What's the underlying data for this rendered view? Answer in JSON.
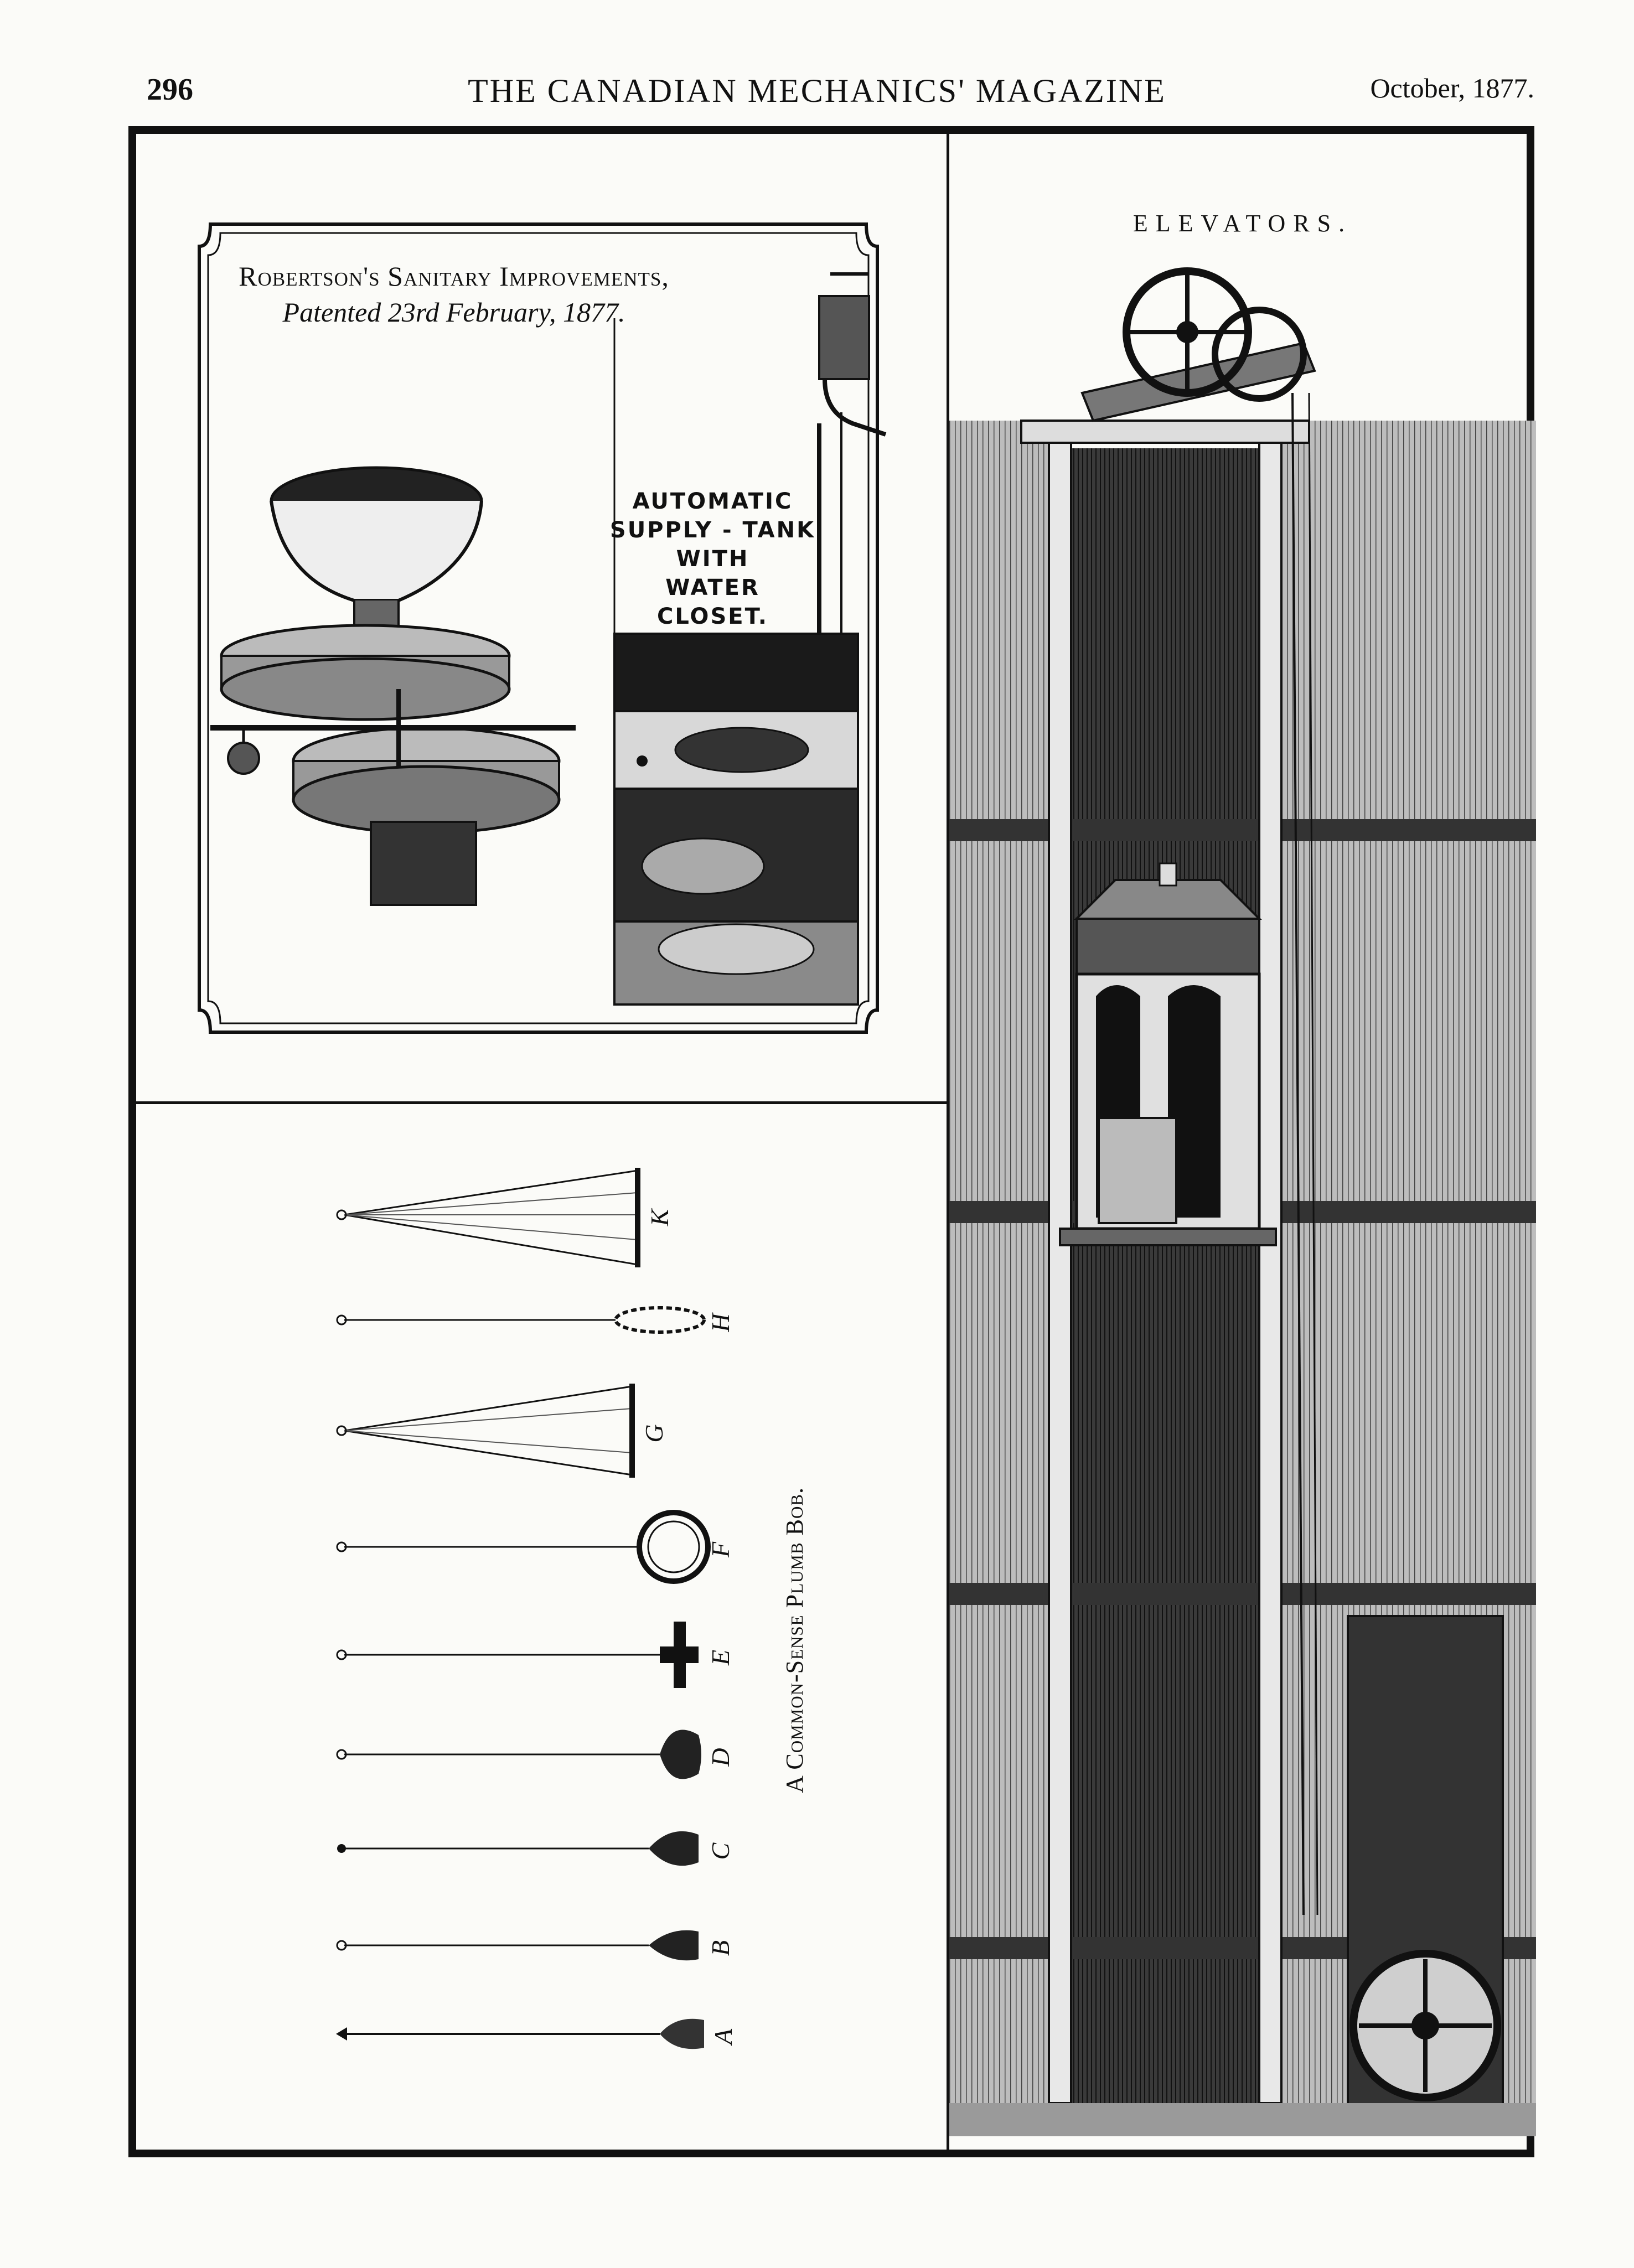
{
  "header": {
    "page_number": "296",
    "running_title": "THE CANADIAN MECHANICS' MAGAZINE",
    "date": "October, 1877."
  },
  "robertson": {
    "title": "Robertson's Sanitary Improvements,",
    "subtitle": "Patented 23rd February, 1877.",
    "tank_label": [
      "AUTOMATIC",
      "SUPPLY - TANK",
      "WITH",
      "WATER CLOSET."
    ]
  },
  "plumb_bob": {
    "caption": "A Common-Sense Plumb Bob.",
    "labels": [
      "A",
      "B",
      "C",
      "D",
      "E",
      "F",
      "G",
      "H",
      "K"
    ]
  },
  "elevators": {
    "title": "ELEVATORS."
  }
}
